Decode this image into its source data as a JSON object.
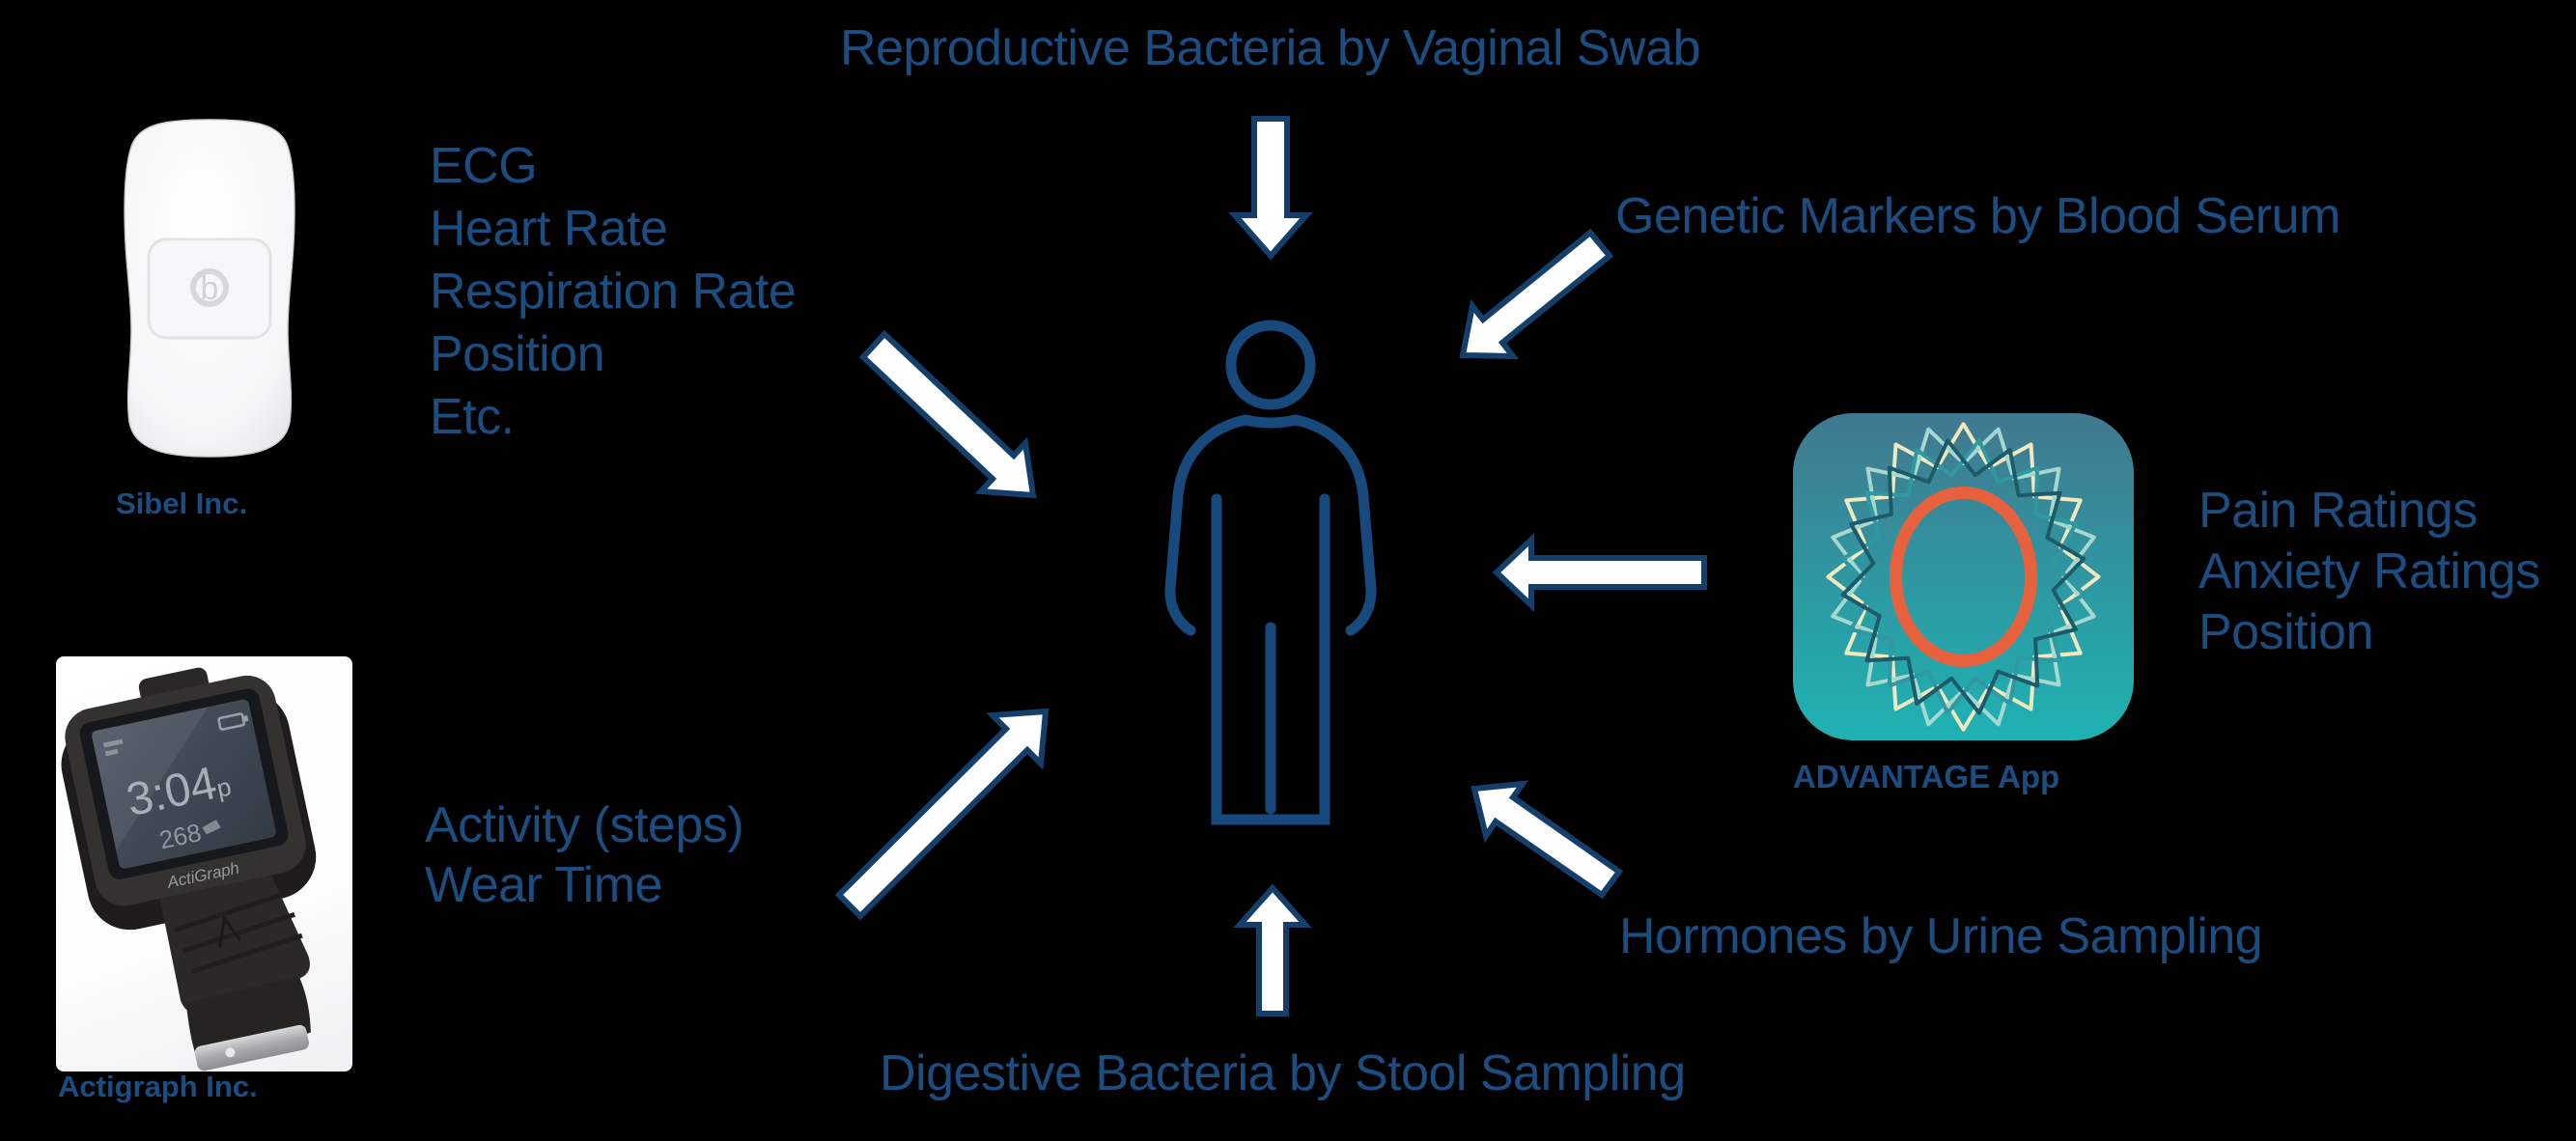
{
  "background": "#000000",
  "colors": {
    "label_blue": "#1c4d80",
    "figure_blue": "#17497c",
    "arrow_outline": "#143f6b",
    "arrow_fill": "#ffffff",
    "app_orange": "#e7613d",
    "app_teal_top": "#41788f",
    "app_teal_bottom": "#1fb2b3"
  },
  "flows": {
    "top": "Reproductive Bacteria by Vaginal Swab",
    "top_right": "Genetic Markers by Blood Serum",
    "bottom_right": "Hormones by Urine Sampling",
    "bottom": "Digestive Bacteria by Stool Sampling"
  },
  "devices": {
    "sibel": {
      "caption": "Sibel Inc.",
      "logo_letter": "b",
      "metrics": [
        "ECG",
        "Heart Rate",
        "Respiration Rate",
        "Position",
        "Etc."
      ]
    },
    "actigraph": {
      "caption": "Actigraph Inc.",
      "metrics": [
        "Activity (steps)",
        "Wear Time"
      ],
      "watch_time": "3:04",
      "watch_time_suffix": "p",
      "watch_steps": "268",
      "watch_brand": "ActiGraph"
    },
    "app": {
      "caption": "ADVANTAGE App",
      "metrics": [
        "Pain Ratings",
        "Anxiety Ratings",
        "Position"
      ]
    }
  },
  "icons": {
    "person": "outlined standing human figure",
    "arrows": [
      "arrow-down-from-vaginal-swab",
      "arrow-downleft-from-blood-serum",
      "arrow-downright-from-sibel-sensor",
      "arrow-left-from-advantage-app",
      "arrow-upleft-from-urine-sampling",
      "arrow-upright-from-actigraph",
      "arrow-up-from-stool-sampling"
    ]
  }
}
